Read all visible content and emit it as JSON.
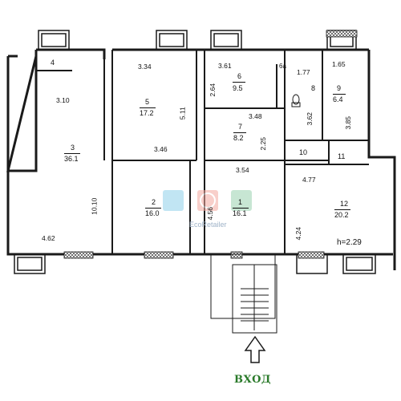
{
  "rooms": [
    {
      "id": "4",
      "area": ""
    },
    {
      "id": "3",
      "area": "36.1"
    },
    {
      "id": "5",
      "area": "17.2"
    },
    {
      "id": "6",
      "area": "9.5"
    },
    {
      "id": "6a",
      "area": ""
    },
    {
      "id": "8",
      "area": ""
    },
    {
      "id": "9",
      "area": "6.4"
    },
    {
      "id": "7",
      "area": "8.2"
    },
    {
      "id": "2",
      "area": "16.0"
    },
    {
      "id": "1",
      "area": "16.1"
    },
    {
      "id": "10",
      "area": ""
    },
    {
      "id": "11",
      "area": ""
    },
    {
      "id": "12",
      "area": "20.2"
    }
  ],
  "dimensions": {
    "d1": "3.10",
    "d2": "3.34",
    "d3": "3.61",
    "d4": "1.77",
    "d5": "1.65",
    "d6": "5.11",
    "d7": "2.64",
    "d8": "3.48",
    "d9": "3.62",
    "d10": "3.85",
    "d11": "3.46",
    "d12": "2.25",
    "d13": "3.54",
    "d14": "4.77",
    "d15": "10.10",
    "d16": "4.56",
    "d17": "4.24",
    "d18": "4.62"
  },
  "height_label": "h=2.29",
  "entrance_label": "ВХОД",
  "watermark": "EcoRetailer",
  "colors": {
    "wall": "#1a1a1a",
    "entrance": "#2a7a2a",
    "watermark": "#9fb3c8"
  }
}
